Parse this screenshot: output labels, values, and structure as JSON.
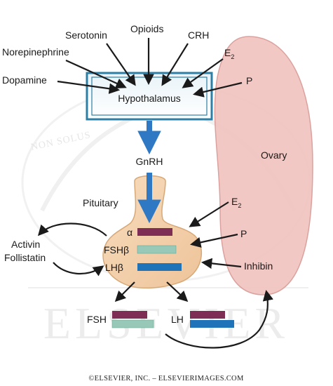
{
  "inputs_top": {
    "dopamine": "Dopamine",
    "norepinephrine": "Norepinephrine",
    "serotonin": "Serotonin",
    "opioids": "Opioids",
    "crh": "CRH",
    "e2": "E",
    "e2_sub": "2",
    "p": "P"
  },
  "hypothalamus": "Hypothalamus",
  "gnrh": "GnRH",
  "pituitary": "Pituitary",
  "ovary": "Ovary",
  "pituitary_inputs": {
    "e2": "E",
    "e2_sub": "2",
    "p": "P",
    "inhibin": "Inhibin"
  },
  "activin_follistatin": [
    "Activin",
    "Follistatin"
  ],
  "subunits": {
    "alpha": "α",
    "fsh_beta": "FSHβ",
    "lh_beta": "LHβ"
  },
  "hormones": {
    "fsh": "FSH",
    "lh": "LH"
  },
  "watermark": {
    "publisher": "ELSEVIER",
    "motto": "NON SOLUS"
  },
  "copyright": "©ELSEVIER, INC. – ELSEVIERIMAGES.COM",
  "colors": {
    "hypothalamus_border": "#2d7fa6",
    "gnrh_arrow": "#2f79c4",
    "pituitary_fill": "#f3cfa6",
    "ovary_fill": "#f1c4c0",
    "alpha_bar": "#7e2d55",
    "fsh_beta_bar": "#98c9b8",
    "lh_beta_bar": "#1f74b9"
  }
}
